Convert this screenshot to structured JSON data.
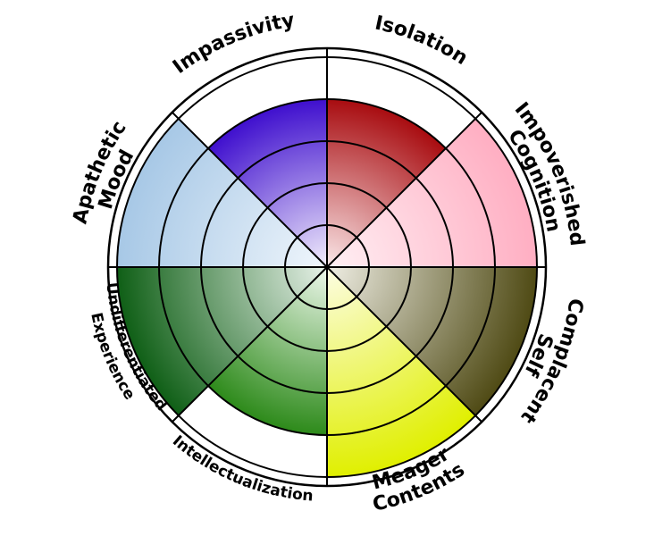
{
  "diagram": {
    "segments": [
      {
        "id": "isolation",
        "lines": [
          "Isolation"
        ],
        "level": 4,
        "color_outer": "#a80c10",
        "color_inner": "#fbe9ea"
      },
      {
        "id": "impoverished-cognition",
        "lines": [
          "Impoverished",
          "Cognition"
        ],
        "level": 5,
        "color_outer": "#ffaec2",
        "color_inner": "#fff0f4"
      },
      {
        "id": "complacent-self",
        "lines": [
          "Complacent",
          "Self"
        ],
        "level": 5,
        "color_outer": "#4f4a14",
        "color_inner": "#efeee4"
      },
      {
        "id": "meager-contents",
        "lines": [
          "Meager",
          "Contents"
        ],
        "level": 5,
        "color_outer": "#e0ef00",
        "color_inner": "#fdfde4"
      },
      {
        "id": "intellectualization",
        "lines": [
          "Intellectualization"
        ],
        "level": 4,
        "color_outer": "#2d8a1a",
        "color_inner": "#eef8ec"
      },
      {
        "id": "undifferentiated-experience",
        "lines": [
          "Undifferentiated",
          "Experience"
        ],
        "level": 5,
        "color_outer": "#0f5f16",
        "color_inner": "#e7f1e8"
      },
      {
        "id": "apathetic-mood",
        "lines": [
          "Apathetic",
          "Mood"
        ],
        "level": 5,
        "color_outer": "#a7c8e6",
        "color_inner": "#f0f6fc"
      },
      {
        "id": "impassivity",
        "lines": [
          "Impassivity"
        ],
        "level": 4,
        "color_outer": "#3f0fce",
        "color_inner": "#f2eefc"
      }
    ]
  }
}
